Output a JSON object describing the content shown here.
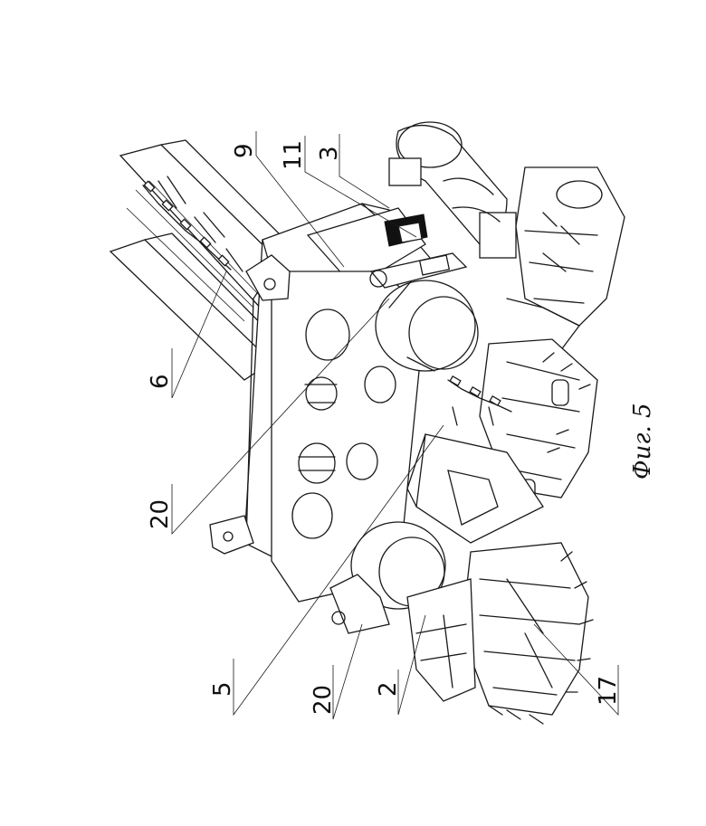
{
  "figure": {
    "caption": "Фиг. 5",
    "callouts": [
      {
        "id": "c9",
        "text": "9"
      },
      {
        "id": "c11",
        "text": "11"
      },
      {
        "id": "c3",
        "text": "3"
      },
      {
        "id": "c6",
        "text": "6"
      },
      {
        "id": "c20a",
        "text": "20"
      },
      {
        "id": "c5",
        "text": "5"
      },
      {
        "id": "c20b",
        "text": "20"
      },
      {
        "id": "c2",
        "text": "2"
      },
      {
        "id": "c17",
        "text": "17"
      }
    ]
  }
}
